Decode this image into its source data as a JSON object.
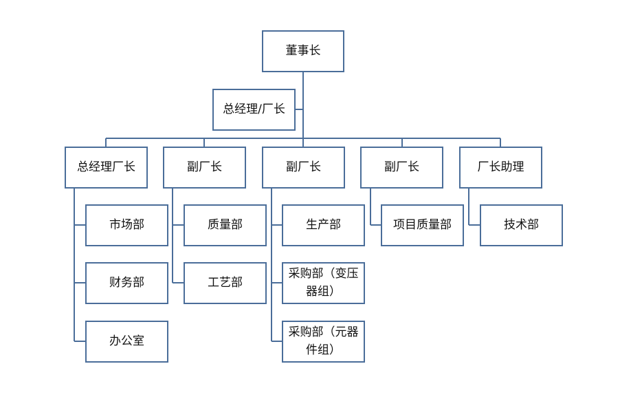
{
  "chairman": "董事长",
  "general_manager": "总经理/厂长",
  "level2": [
    {
      "label": "总经理厂长",
      "children": [
        "市场部",
        "财务部",
        "办公室"
      ]
    },
    {
      "label": "副厂长",
      "children": [
        "质量部",
        "工艺部"
      ]
    },
    {
      "label": "副厂长",
      "children": [
        "生产部",
        "采购部（变压器组）",
        "采购部（元器件组）"
      ]
    },
    {
      "label": "副厂长",
      "children": [
        "项目质量部"
      ]
    },
    {
      "label": "厂长助理",
      "children": [
        "技术部"
      ]
    }
  ],
  "colors": {
    "border": "#4a6d99",
    "text": "#111111",
    "background": "#ffffff"
  }
}
